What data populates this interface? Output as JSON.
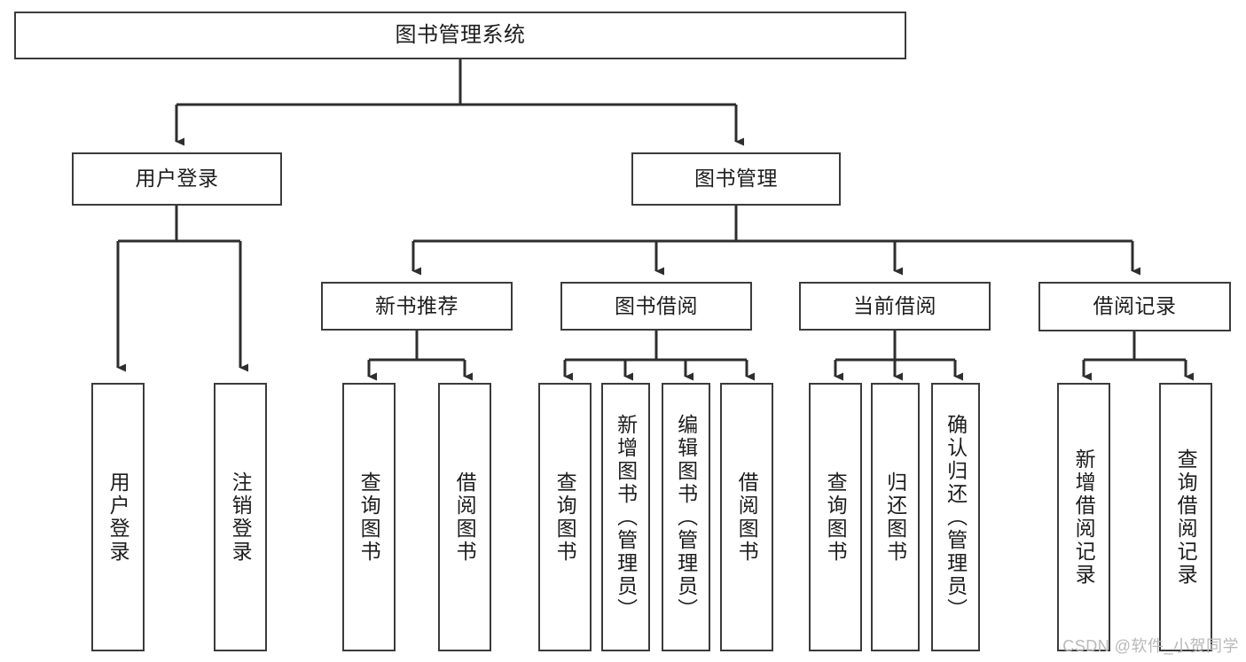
{
  "diagram": {
    "title": "图书管理系统",
    "type": "function-structure-tree",
    "watermark": "CSDN @软件_小贺同学",
    "colors": {
      "background": "#ffffff",
      "box_border": "#3b3b3b",
      "edge": "#2e2e2e",
      "text": "#1d1d1d",
      "watermark": "#b9b9b9"
    }
  },
  "nodes": {
    "root": {
      "label": "图书管理系统",
      "level": 1
    },
    "level2": [
      {
        "id": "user-login",
        "label": "用户登录",
        "level": 2
      },
      {
        "id": "book-manage",
        "label": "图书管理",
        "level": 2
      }
    ],
    "level3": [
      {
        "id": "new-book-recommend",
        "label": "新书推荐",
        "level": 3,
        "parent": "book-manage"
      },
      {
        "id": "book-borrow",
        "label": "图书借阅",
        "level": 3,
        "parent": "book-manage"
      },
      {
        "id": "current-borrow",
        "label": "当前借阅",
        "level": 3,
        "parent": "book-manage"
      },
      {
        "id": "borrow-record",
        "label": "借阅记录",
        "level": 3,
        "parent": "book-manage"
      }
    ],
    "leaves": [
      {
        "id": "leaf-user-login",
        "label": "用户登录",
        "parent": "user-login"
      },
      {
        "id": "leaf-user-logout",
        "label": "注销登录",
        "parent": "user-login"
      },
      {
        "id": "leaf-query-book-1",
        "label": "查询图书",
        "parent": "new-book-recommend"
      },
      {
        "id": "leaf-borrow-book-1",
        "label": "借阅图书",
        "parent": "new-book-recommend"
      },
      {
        "id": "leaf-query-book-2",
        "label": "查询图书",
        "parent": "book-borrow"
      },
      {
        "id": "leaf-add-book",
        "label": "新增图书（管理员）",
        "parent": "book-borrow"
      },
      {
        "id": "leaf-edit-book",
        "label": "编辑图书（管理员）",
        "parent": "book-borrow"
      },
      {
        "id": "leaf-borrow-book-2",
        "label": "借阅图书",
        "parent": "book-borrow"
      },
      {
        "id": "leaf-query-book-3",
        "label": "查询图书",
        "parent": "current-borrow"
      },
      {
        "id": "leaf-return-book",
        "label": "归还图书",
        "parent": "current-borrow"
      },
      {
        "id": "leaf-confirm-return",
        "label": "确认归还（管理员）",
        "parent": "current-borrow"
      },
      {
        "id": "leaf-add-record",
        "label": "新增借阅记录",
        "parent": "borrow-record"
      },
      {
        "id": "leaf-query-record",
        "label": "查询借阅记录",
        "parent": "borrow-record"
      }
    ]
  },
  "chart_data": {
    "type": "diagram",
    "title": "图书管理系统",
    "tree": {
      "label": "图书管理系统",
      "children": [
        {
          "label": "用户登录",
          "children": [
            {
              "label": "用户登录"
            },
            {
              "label": "注销登录"
            }
          ]
        },
        {
          "label": "图书管理",
          "children": [
            {
              "label": "新书推荐",
              "children": [
                {
                  "label": "查询图书"
                },
                {
                  "label": "借阅图书"
                }
              ]
            },
            {
              "label": "图书借阅",
              "children": [
                {
                  "label": "查询图书"
                },
                {
                  "label": "新增图书（管理员）"
                },
                {
                  "label": "编辑图书（管理员）"
                },
                {
                  "label": "借阅图书"
                }
              ]
            },
            {
              "label": "当前借阅",
              "children": [
                {
                  "label": "查询图书"
                },
                {
                  "label": "归还图书"
                },
                {
                  "label": "确认归还（管理员）"
                }
              ]
            },
            {
              "label": "借阅记录",
              "children": [
                {
                  "label": "新增借阅记录"
                },
                {
                  "label": "查询借阅记录"
                }
              ]
            }
          ]
        }
      ]
    }
  }
}
